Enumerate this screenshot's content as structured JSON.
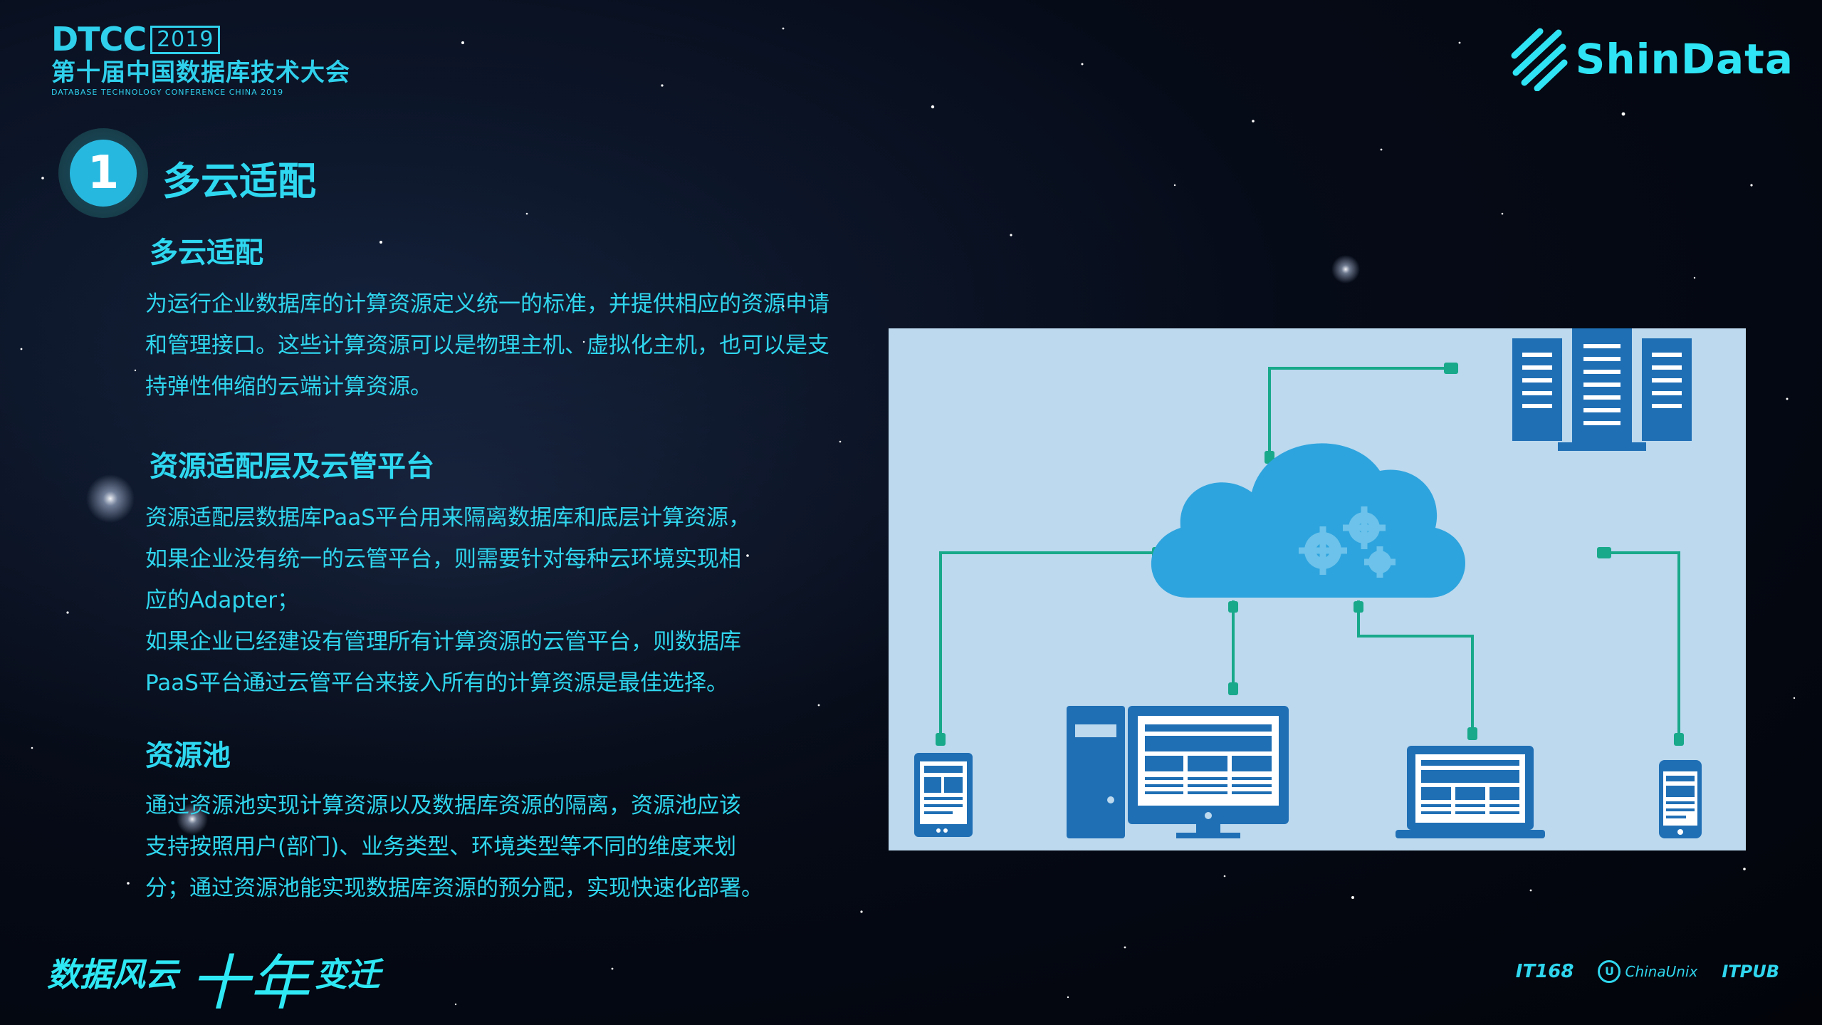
{
  "header": {
    "conf_short": "DTCC",
    "conf_year": "2019",
    "conf_name_cn": "第十届中国数据库技术大会",
    "conf_name_en": "DATABASE  TECHNOLOGY  CONFERENCE CHINA 2019",
    "brand": "ShinData"
  },
  "section": {
    "number": "1",
    "title": "多云适配"
  },
  "blocks": [
    {
      "heading": "多云适配",
      "lines": [
        "为运行企业数据库的计算资源定义统一的标准，并提供相应的资源申请",
        "和管理接口。这些计算资源可以是物理主机、虚拟化主机，也可以是支",
        "持弹性伸缩的云端计算资源。"
      ]
    },
    {
      "heading": "资源适配层及云管平台",
      "lines": [
        "资源适配层数据库PaaS平台用来隔离数据库和底层计算资源，",
        "如果企业没有统一的云管平台，则需要针对每种云环境实现相",
        "应的Adapter；",
        "如果企业已经建设有管理所有计算资源的云管平台，则数据库",
        "PaaS平台通过云管平台来接入所有的计算资源是最佳选择。"
      ]
    },
    {
      "heading": "资源池",
      "lines": [
        "通过资源池实现计算资源以及数据库资源的隔离，资源池应该",
        "支持按照用户(部门)、业务类型、环境类型等不同的维度来划",
        "分；通过资源池能实现数据库资源的预分配，实现快速化部署。"
      ]
    }
  ],
  "footer": {
    "slogan_part1": "数据风云",
    "slogan_part2": "十年",
    "slogan_part3": "变迁",
    "sponsors": [
      "IT168",
      "ChinaUnix",
      "ITPUB"
    ]
  },
  "diagram": {
    "icons": [
      "cloud-gears-icon",
      "server-rack-icon",
      "tablet-icon",
      "desktop-computer-icon",
      "laptop-icon",
      "phone-icon"
    ],
    "colors": {
      "background": "#bcd9ee",
      "device_blue": "#1f6fb5",
      "cloud_blue": "#2ea4de",
      "connector_green": "#18a98a"
    }
  }
}
